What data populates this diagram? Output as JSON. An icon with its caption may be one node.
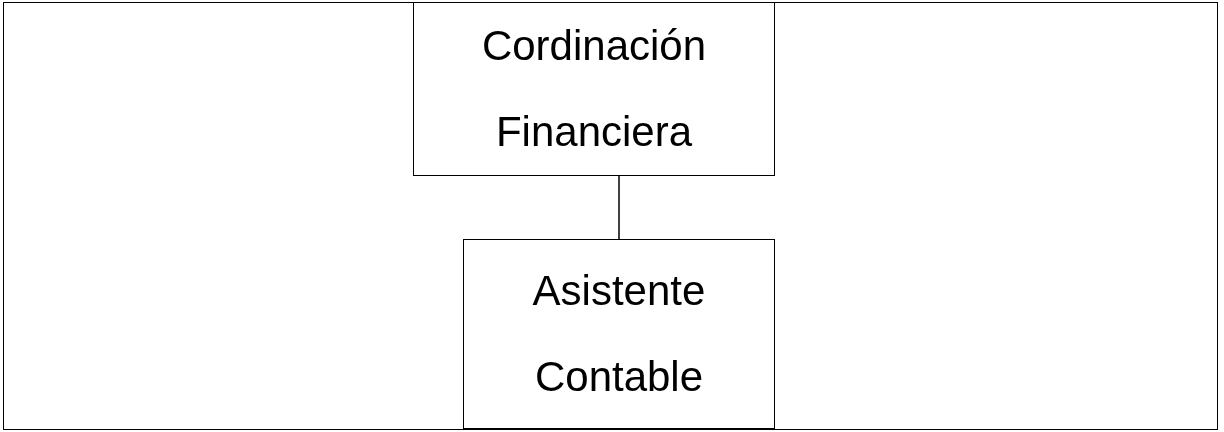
{
  "diagram": {
    "nodes": [
      {
        "text": [
          "Cordinación Financiera"
        ]
      },
      {
        "text": [
          "Asistente Contable"
        ]
      }
    ],
    "edges": [
      {
        "from": 0,
        "to": 1,
        "arrow": "none"
      }
    ]
  }
}
